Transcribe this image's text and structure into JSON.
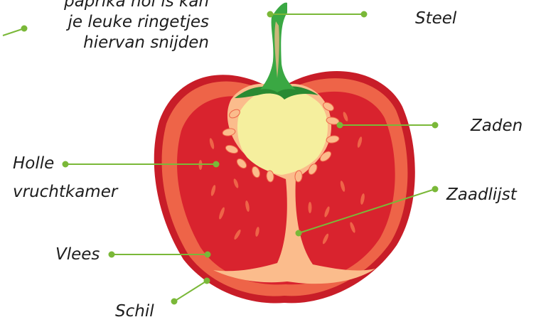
{
  "note": {
    "lines": [
      "paprika hol is kan",
      "je leuke ringetjes",
      "hiervan snijden"
    ]
  },
  "labels": {
    "steel": "Steel",
    "zaden": "Zaden",
    "holle_line1": "Holle",
    "holle_line2": "vruchtkamer",
    "zaadlijst": "Zaadlijst",
    "vlees": "Vlees",
    "schil": "Schil"
  },
  "colors": {
    "skin": "#c81d28",
    "flesh_ring": "#ee6448",
    "cavity": "#d9232e",
    "placenta": "#fbbc8c",
    "core": "#f5ef9e",
    "stem": "#3aa843",
    "stem_dark": "#2a8a32",
    "leader": "#7ab838"
  }
}
